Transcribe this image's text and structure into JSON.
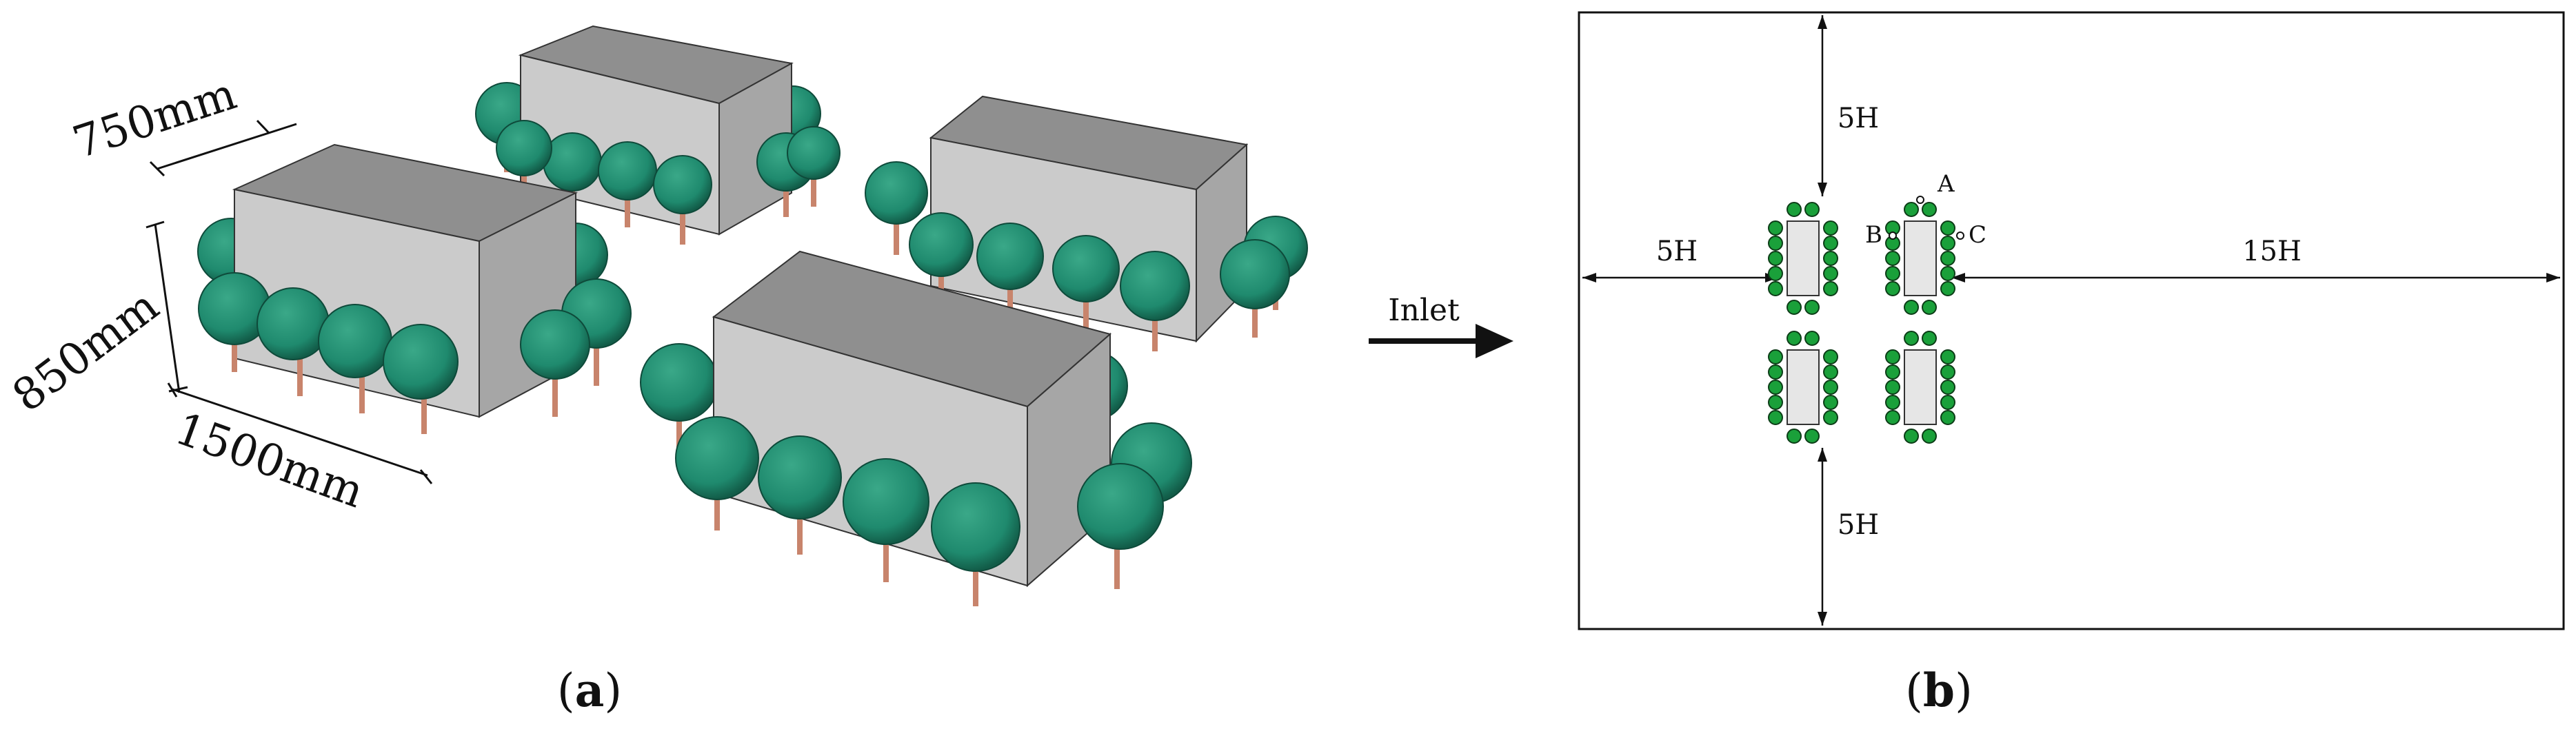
{
  "panel_a": {
    "caption_open": "(",
    "caption_letter": "a",
    "caption_close": ")",
    "dim_width": "750mm",
    "dim_height": "850mm",
    "dim_length": "1500mm"
  },
  "panel_b": {
    "caption_open": "(",
    "caption_letter": "b",
    "caption_close": ")",
    "top_label": "5H",
    "bottom_label": "5H",
    "left_label": "5H",
    "right_label": "15H",
    "point_a": "A",
    "point_b": "B",
    "point_c": "C"
  },
  "inlet_label": "Inlet",
  "colors": {
    "building_top": "#8f8f8f",
    "building_front": "#cbcbcb",
    "building_side": "#a6a6a6",
    "tree_crown": "#1f8a6e",
    "tree_crown_dark": "#156650",
    "trunk": "#c8846c",
    "plan_tree": "#1aa03a",
    "plan_building": "#e6e6e6"
  }
}
